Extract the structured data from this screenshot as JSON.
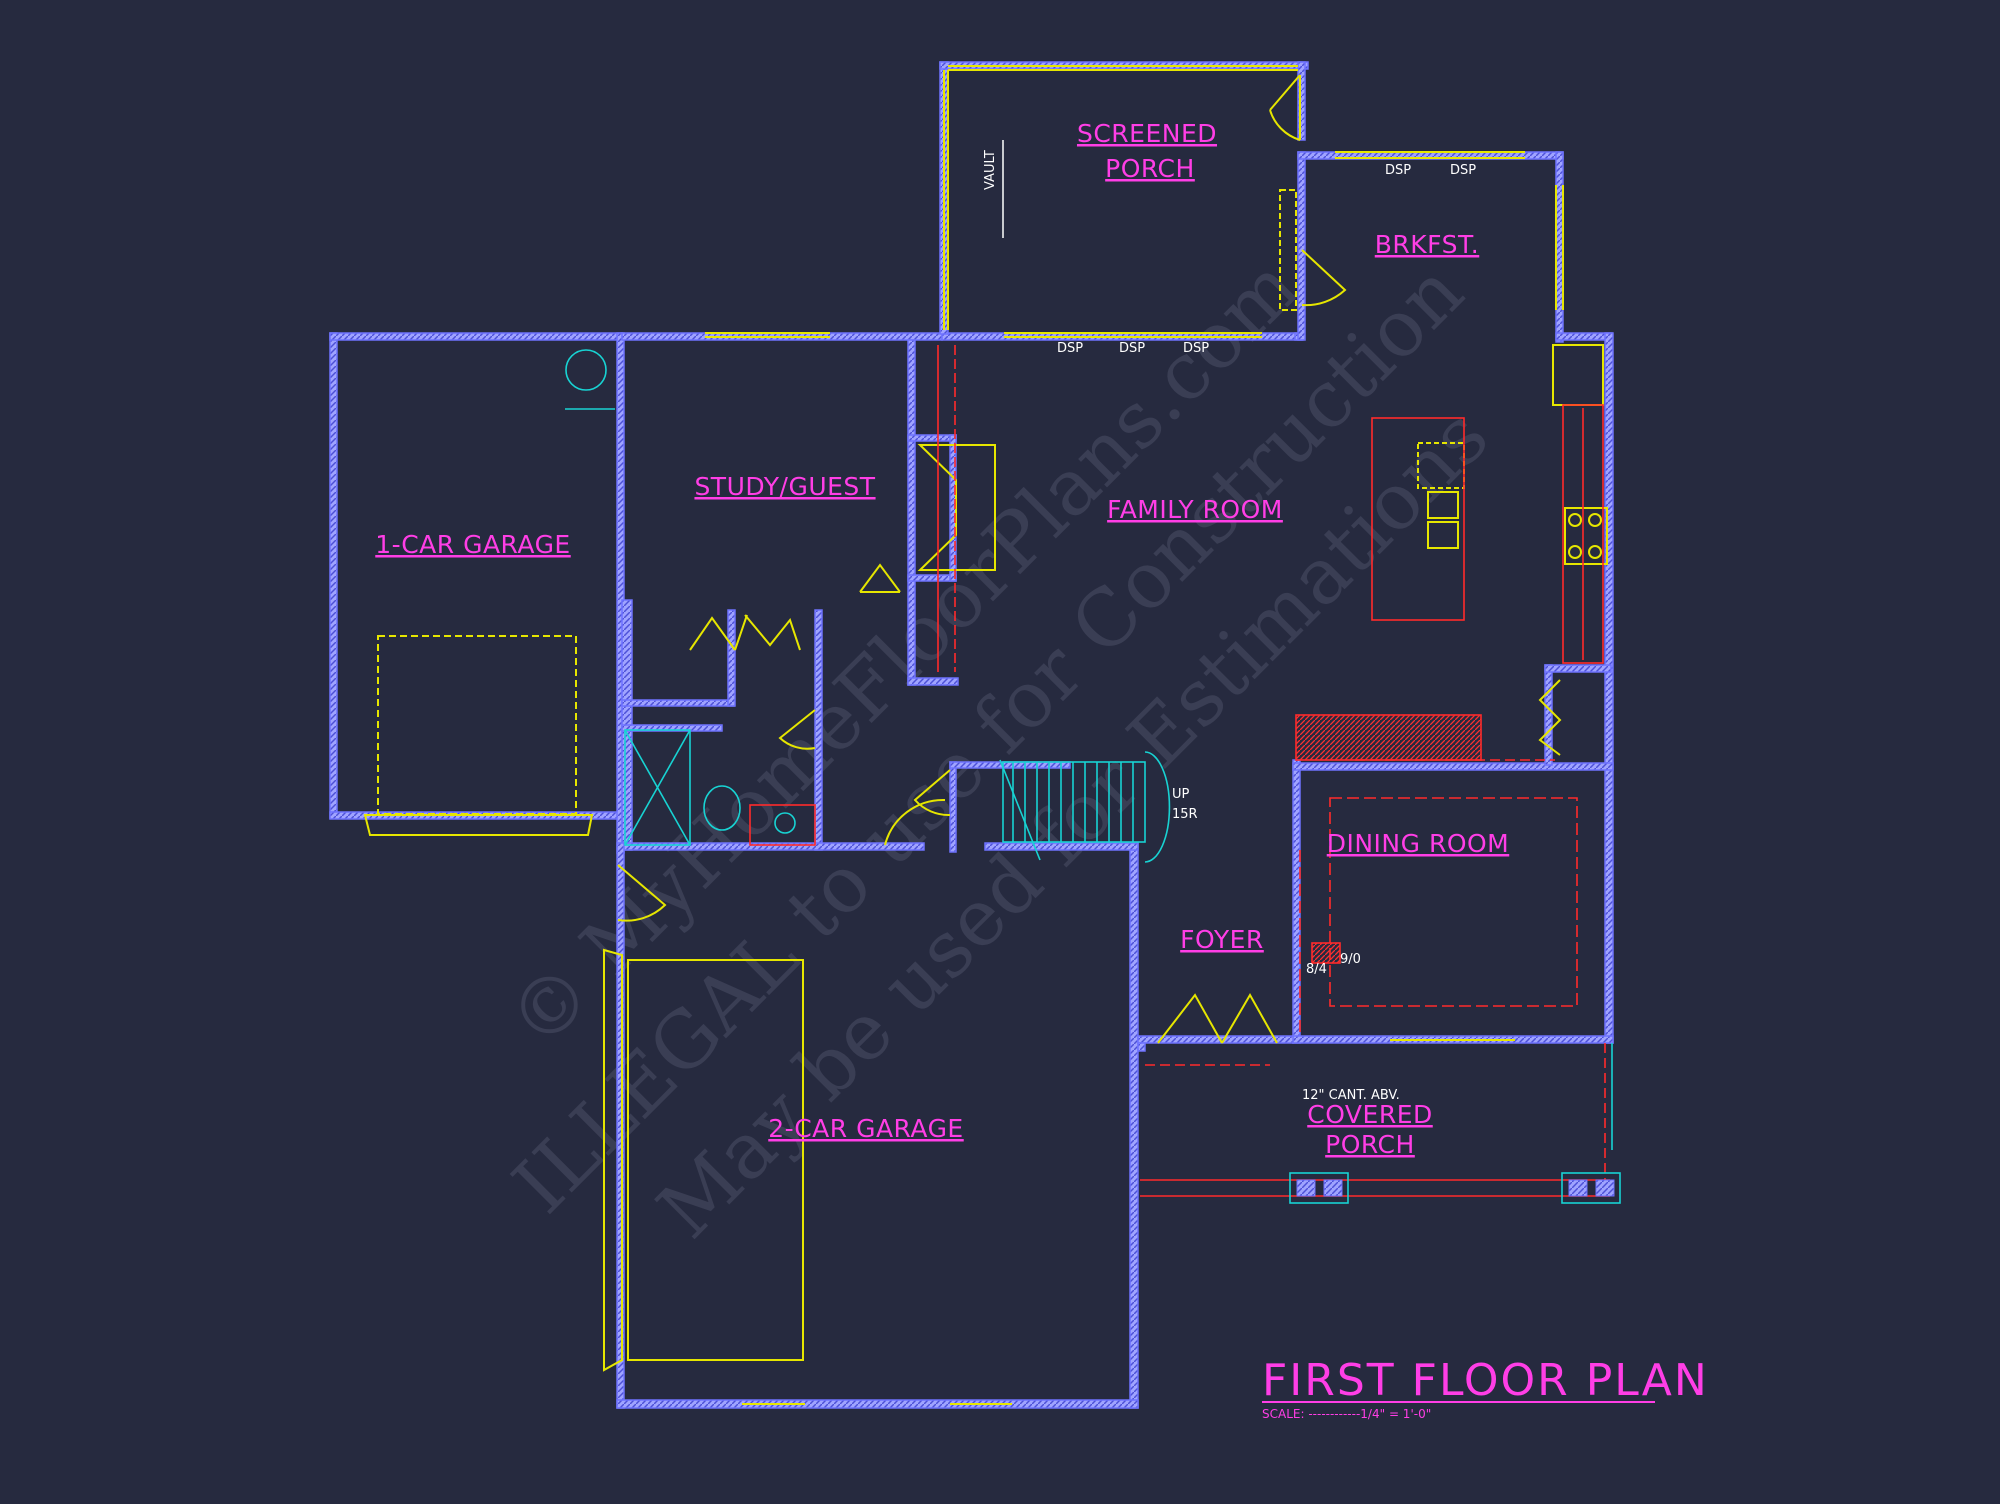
{
  "plan": {
    "title": "FIRST FLOOR PLAN",
    "scale_text": "SCALE: ------------1/4\" = 1'-0\""
  },
  "watermark": {
    "line1": "© MyHomeFloorPlans.com",
    "line2": "ILLEGAL to use for Construction",
    "line3": "May be used for Estimations"
  },
  "rooms": {
    "screened_porch_1": "SCREENED",
    "screened_porch_2": "PORCH",
    "brkfst": "BRKFST.",
    "study_guest": "STUDY/GUEST",
    "family_room": "FAMILY ROOM",
    "one_car_garage": "1-CAR GARAGE",
    "dining_room": "DINING ROOM",
    "foyer": "FOYER",
    "covered_porch_1": "COVERED",
    "covered_porch_2": "PORCH",
    "two_car_garage": "2-CAR GARAGE"
  },
  "notes": {
    "vault": "VAULT",
    "dsp": "DSP",
    "stair_up": "UP",
    "stair_risers": "15R",
    "cant": "12\" CANT. ABV.",
    "dim_a": "8/4",
    "dim_b": "9/0"
  },
  "colors": {
    "background": "#262a3f",
    "wall": "#6f73ff",
    "wall_fill": "#c9cbff",
    "label": "#ff3ee6",
    "window": "#e6e600",
    "fixture": "#ff2b2b",
    "stair": "#18d3d3"
  }
}
